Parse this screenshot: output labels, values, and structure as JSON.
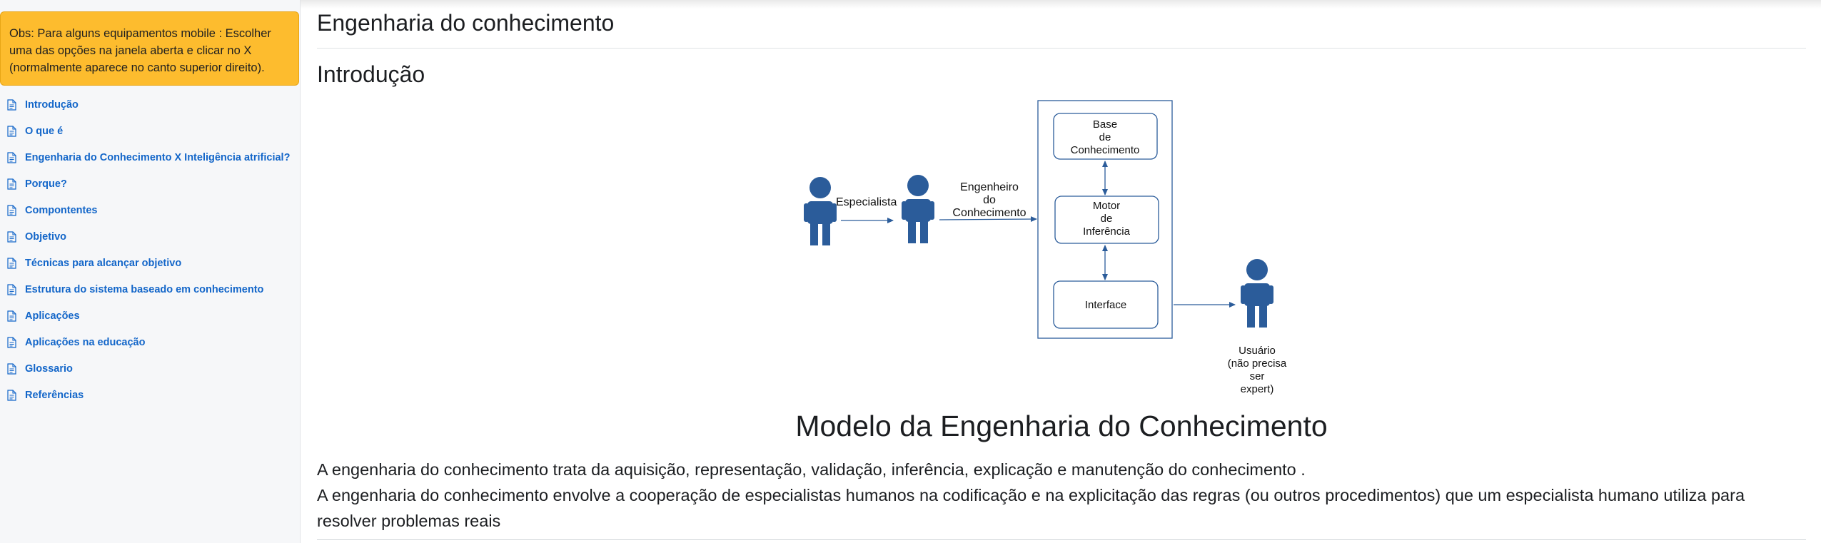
{
  "sidebar": {
    "notice": "Obs: Para alguns equipamentos mobile : Escolher uma das opções na janela aberta e clicar no X (normalmente aparece no canto superior direito).",
    "items": [
      {
        "label": "Introdução"
      },
      {
        "label": "O que é"
      },
      {
        "label": "Engenharia do Conhecimento X Inteligência atrificial?"
      },
      {
        "label": "Porque?"
      },
      {
        "label": "Compontentes"
      },
      {
        "label": "Objetivo"
      },
      {
        "label": "Técnicas para alcançar objetivo"
      },
      {
        "label": "Estrutura do sistema baseado em conhecimento"
      },
      {
        "label": "Aplicações"
      },
      {
        "label": "Aplicações na educação"
      },
      {
        "label": "Glossario"
      },
      {
        "label": "Referências"
      }
    ],
    "icon": "document-icon"
  },
  "main": {
    "page_title": "Engenharia do conhecimento",
    "section_title": "Introdução",
    "diagram": {
      "especialista": "Especialista",
      "engenheiro": [
        "Engenheiro",
        "do",
        "Conhecimento"
      ],
      "base": [
        "Base",
        "de",
        "Conhecimento"
      ],
      "motor": [
        "Motor",
        "de",
        "Inferência"
      ],
      "interface": "Interface",
      "usuario": [
        "Usuário",
        "(não precisa",
        "ser",
        "expert)"
      ]
    },
    "caption": "Modelo da Engenharia do Conhecimento",
    "paragraph1": "A engenharia do conhecimento trata da aquisição, representação, validação, inferência, explicação e manutenção do conhecimento .",
    "paragraph2": "A engenharia do conhecimento envolve a cooperação de especialistas humanos na codificação e na explicitação das regras (ou outros procedimentos) que um especialista humano utiliza para resolver problemas reais"
  },
  "colors": {
    "notice_bg": "#fdbc2e",
    "link": "#1366c9",
    "diagram_blue": "#2b5c9a"
  }
}
